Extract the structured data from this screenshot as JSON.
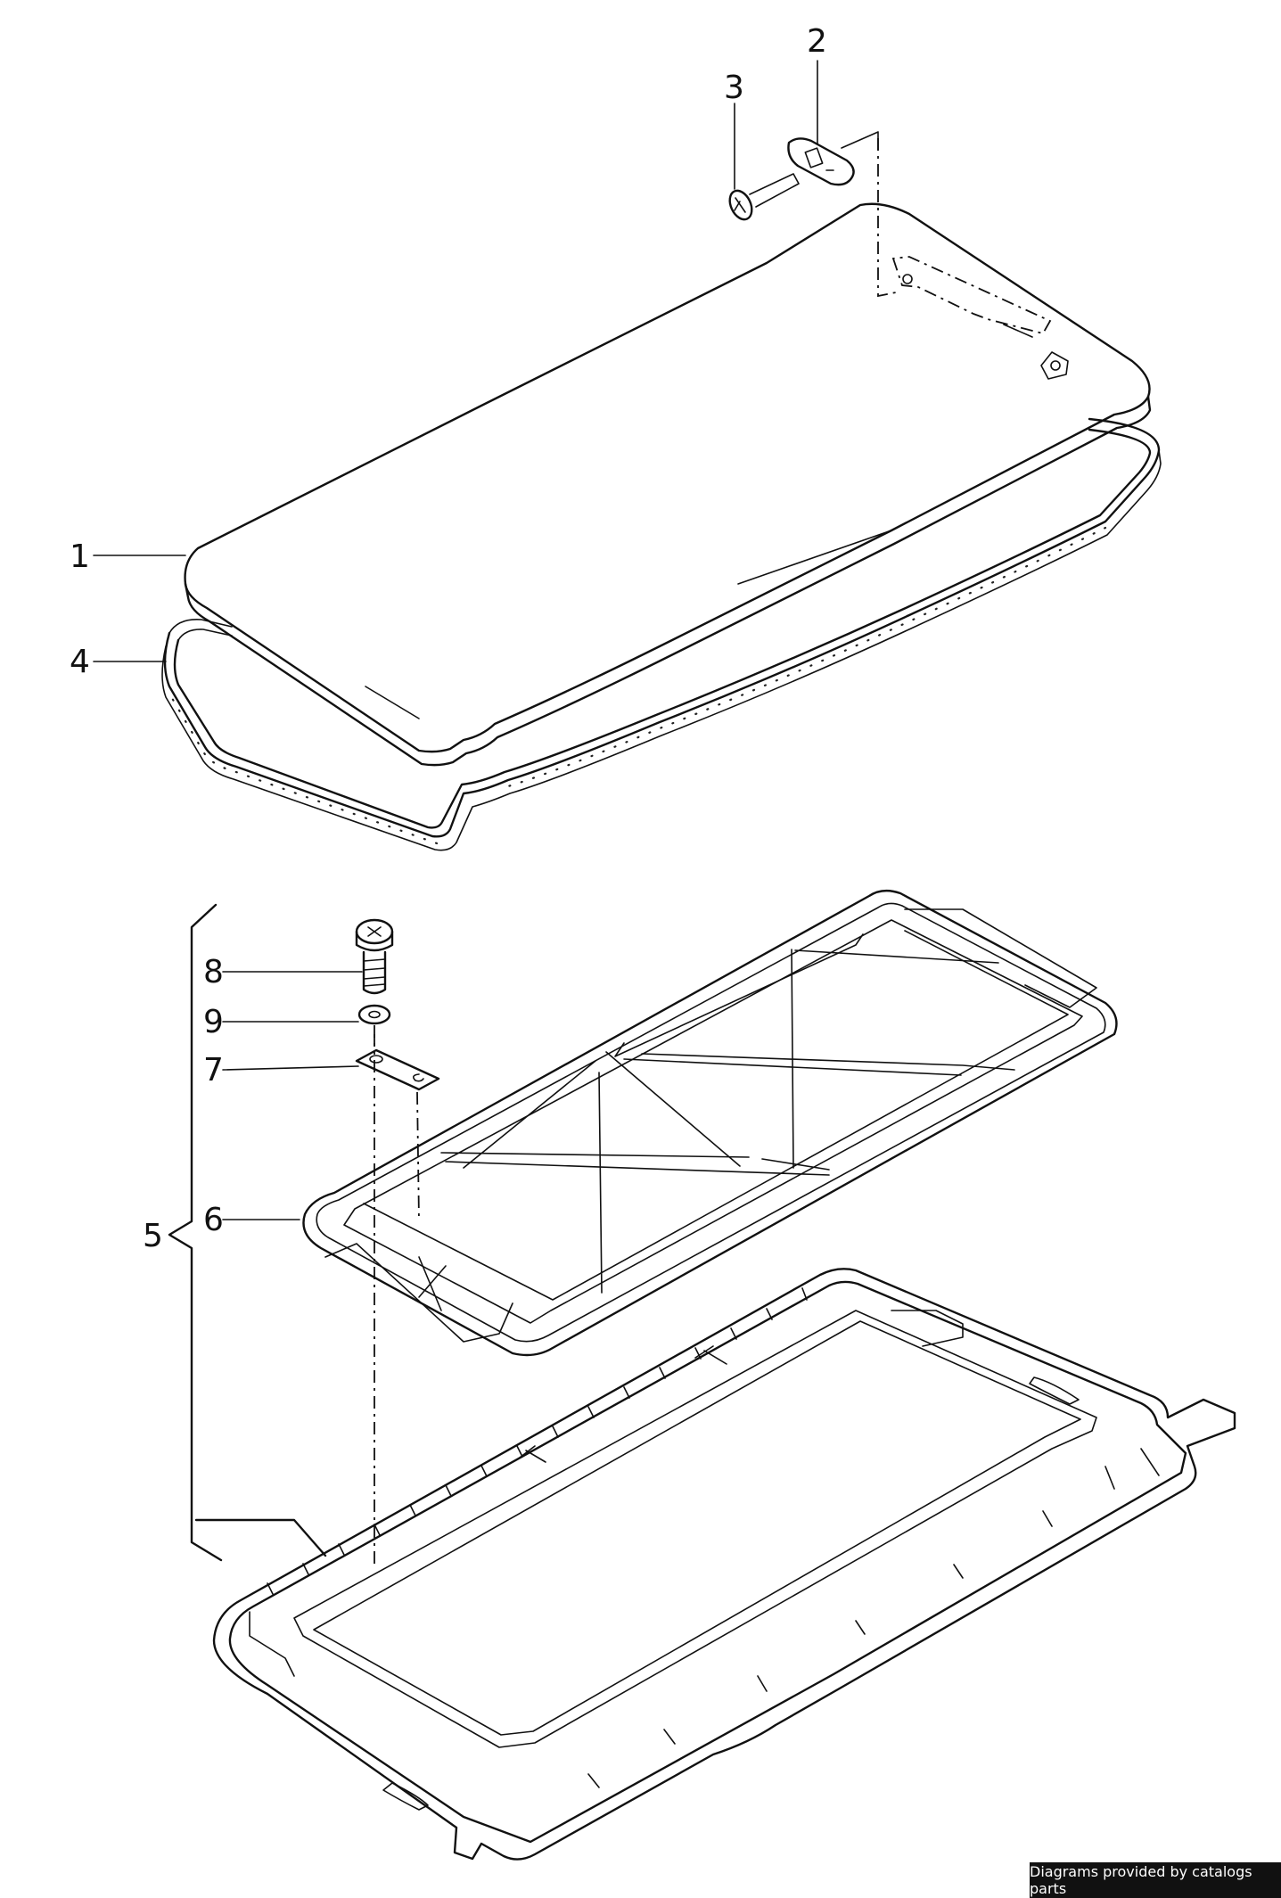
{
  "callouts": {
    "c1": "1",
    "c2": "2",
    "c3": "3",
    "c4": "4",
    "c5": "5",
    "c6": "6",
    "c7": "7",
    "c8": "8",
    "c9": "9"
  },
  "credit_text": "Diagrams provided by catalogs parts"
}
